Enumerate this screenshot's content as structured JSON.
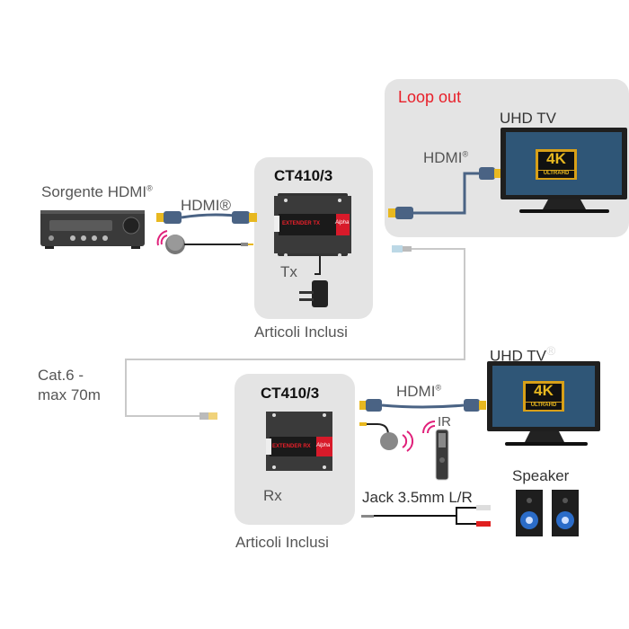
{
  "loop_panel": {
    "label": "Loop out",
    "label_color": "#e8202a"
  },
  "source": {
    "label": "Sorgente HDMI",
    "sup": "®"
  },
  "tx_cable_label": "HDMI®",
  "loop_hdmi": {
    "label": "HDMI",
    "sup": "®"
  },
  "tv_top": {
    "label": "UHD TV",
    "badge_main": "4K",
    "badge_sub": "ULTRA",
    "badge_hd": "HD"
  },
  "tx_unit": {
    "model": "CT410/3",
    "role": "Tx",
    "caption": "Articoli Inclusi",
    "device_text": "EXTENDER TX",
    "brand": "Alpha"
  },
  "cat_cable": {
    "line1": "Cat.6 -",
    "line2": "max 70m"
  },
  "rx_unit": {
    "model": "CT410/3",
    "role": "Rx",
    "caption": "Articoli Inclusi",
    "device_text": "EXTENDER RX",
    "brand": "Alpha"
  },
  "rx_hdmi": {
    "label": "HDMI",
    "sup": "®"
  },
  "tv_bottom": {
    "label": "UHD TV",
    "sup": "®",
    "badge_main": "4K",
    "badge_sub": "ULTRA",
    "badge_hd": "HD"
  },
  "ir": {
    "label": "IR"
  },
  "jack": {
    "label": "Jack 3.5mm L/R"
  },
  "speaker": {
    "label": "Speaker"
  },
  "colors": {
    "hdmi_cable": "#4a6384",
    "hdmi_plug": "#e8b820",
    "ir_wave": "#e0207a",
    "panel": "#e4e4e4",
    "rca_red": "#e02020"
  }
}
